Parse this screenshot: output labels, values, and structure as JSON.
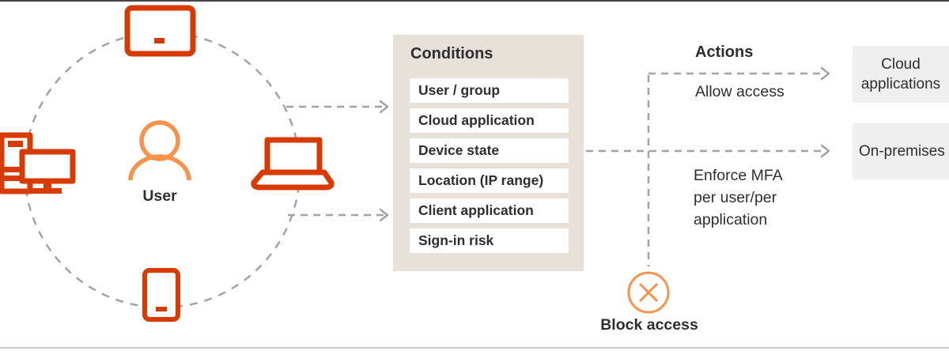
{
  "labels": {
    "user": "User"
  },
  "conditions": {
    "title": "Conditions",
    "items": [
      "User / group",
      "Cloud application",
      "Device state",
      "Location (IP range)",
      "Client application",
      "Sign-in risk"
    ]
  },
  "actions": {
    "title": "Actions",
    "allow": "Allow access",
    "enforce": "Enforce MFA\nper user/per\napplication",
    "block": "Block access"
  },
  "targets": {
    "cloud": "Cloud\napplications",
    "onprem": "On-premises"
  },
  "icons": [
    "tablet-icon",
    "desktop-icon",
    "laptop-icon",
    "phone-icon",
    "user-icon",
    "block-access-icon"
  ],
  "colors": {
    "device_orange": "#d83b01",
    "user_orange": "#f7934c",
    "dash_gray": "#a3a3a3",
    "conditions_bg": "#e7e1d9",
    "target_bg": "#efefef",
    "text_dark": "#2e2e2e"
  }
}
